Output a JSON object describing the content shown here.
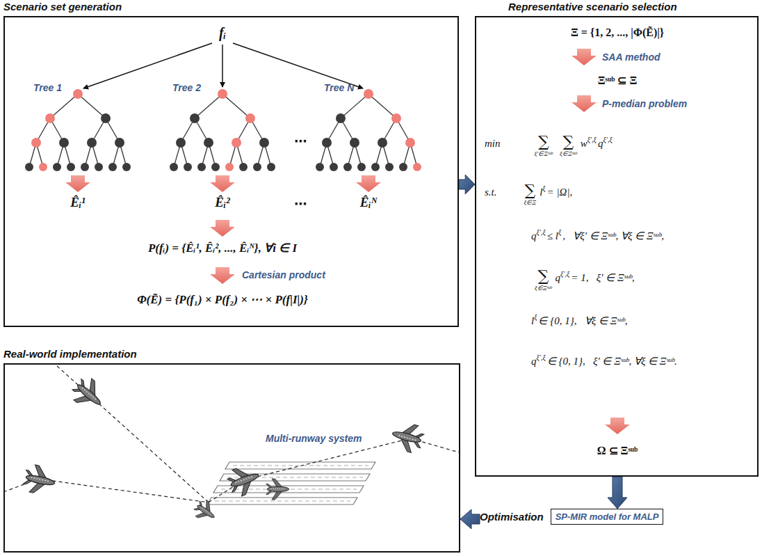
{
  "diagram": {
    "nodes": [
      {
        "text": [
          "Scenario set generation"
        ]
      },
      {
        "text": [
          "Representative scenario selection"
        ]
      },
      {
        "text": [
          "Real-world implementation"
        ]
      },
      {
        "text": [
          "Optimisation",
          "SP-MIR model for MALP"
        ]
      }
    ],
    "edges": [
      {
        "from": 0,
        "to": 1,
        "arrow": "to"
      },
      {
        "from": 1,
        "to": 3,
        "arrow": "to"
      },
      {
        "from": 3,
        "to": 2,
        "arrow": "to"
      }
    ],
    "labels": [
      "fᵢ",
      "Tree 1",
      "Tree 2",
      "⋯",
      "Tree N",
      "Êᵢ¹",
      "Êᵢ²",
      "⋯",
      "Êᵢᴺ",
      "P(fᵢ) = {Êᵢ¹, Êᵢ², ..., Êᵢᴺ}, ∀i ∈ I",
      "Cartesian product",
      "Φ(Ẽ) = {P(f₁) × P(f₂) × ⋯ × P(f|I|)}",
      "Ξ = {1, 2, ..., |Φ(Ẽ)|}",
      "SAA method",
      "Ξˢᵘᵇ ⊆ Ξ",
      "P-median problem",
      "min",
      "∑",
      "ξ′∈Ξˢᵘᵇ",
      "∑",
      "ξ∈Ξˢᵘᵇ",
      "w",
      "ξ′,ξ",
      "q",
      "ξ′,ξ",
      "s.t.",
      "∑",
      "ξ∈Ξ",
      "l",
      "ξ",
      "= |Ω|,",
      "q",
      "ξ′,ξ",
      "≤ l",
      "ξ",
      ",   ∀ξ′ ∈ Ξˢᵘᵇ, ∀ξ ∈ Ξˢᵘᵇ,",
      "∑",
      "ξ∈Ξˢᵘᵇ",
      "q",
      "ξ′,ξ",
      "= 1,   ξ′ ∈ Ξˢᵘᵇ,",
      "l",
      "ξ",
      "∈ {0, 1},   ∀ξ ∈ Ξˢᵘᵇ,",
      "q",
      "ξ′,ξ",
      "∈ {0, 1},   ξ′ ∈ Ξˢᵘᵇ, ∀ξ ∈ Ξˢᵘᵇ.",
      "Ω ⊆ Ξˢᵘᵇ",
      "Multi-runway system"
    ]
  }
}
